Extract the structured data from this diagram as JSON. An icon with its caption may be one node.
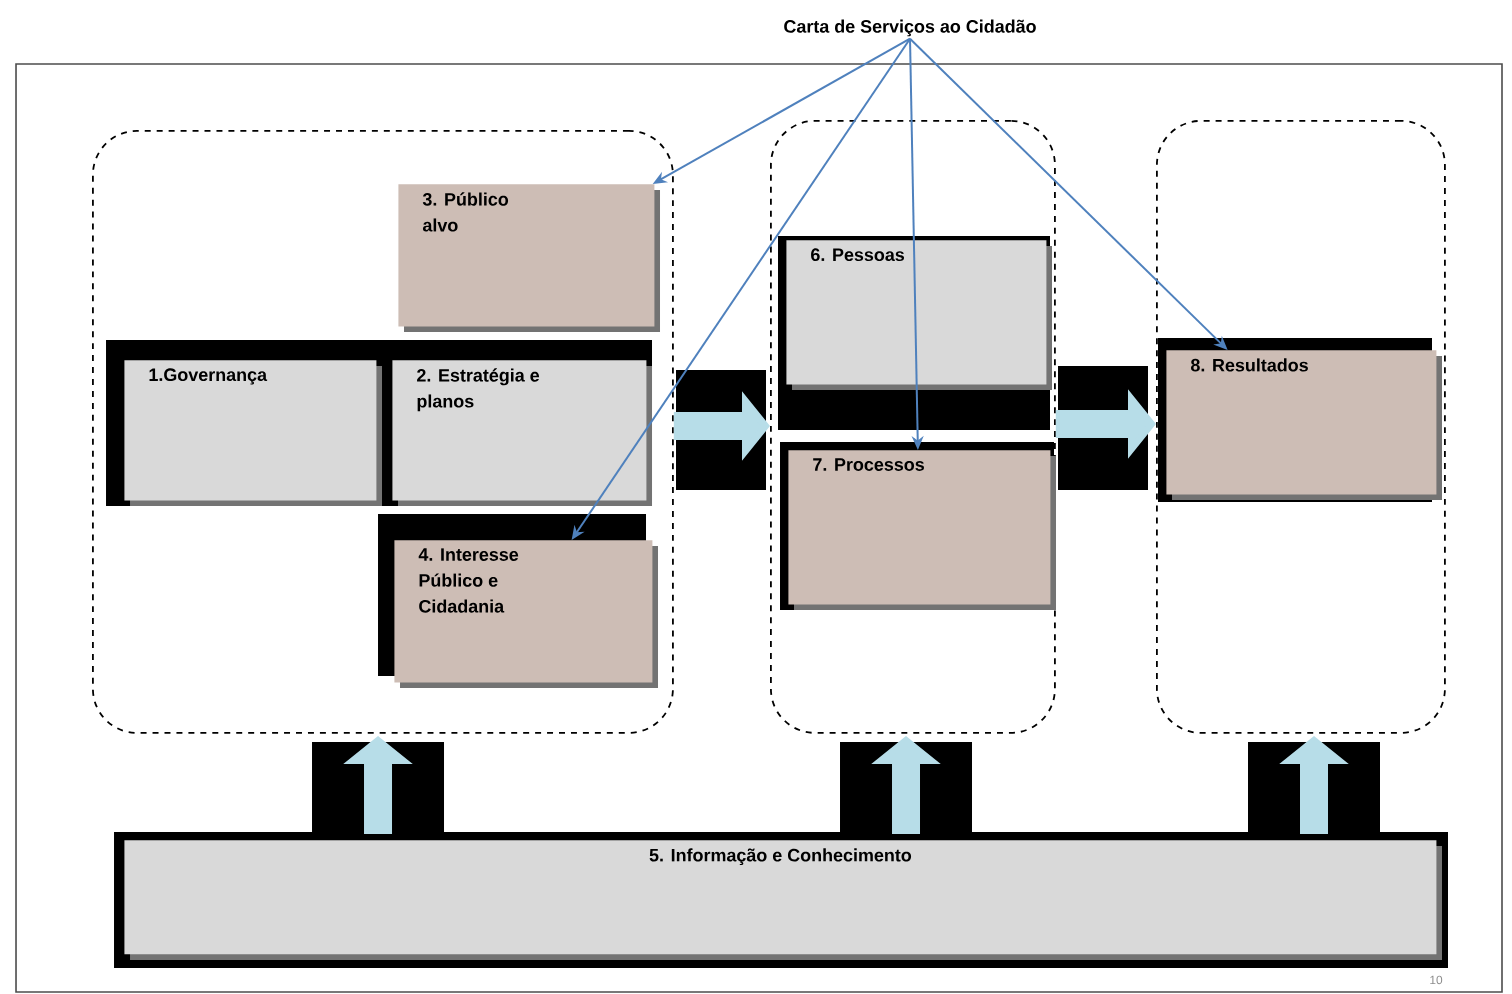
{
  "diagram": {
    "title": "Carta de Serviços ao Cidadão",
    "nodes": [
      {
        "text": [],
        "shape": "box"
      },
      {
        "text": [
          "3. Público alvo"
        ],
        "in": 0
      },
      {
        "text": [
          "1.Governança"
        ],
        "in": 0
      },
      {
        "text": [
          "2. Estratégia e planos"
        ],
        "in": 0
      },
      {
        "text": [
          "4. Interesse Público e Cidadania"
        ],
        "in": 0
      },
      {
        "text": [],
        "shape": "box"
      },
      {
        "text": [
          "6. Pessoas"
        ],
        "in": 5
      },
      {
        "text": [
          "7. Processos"
        ],
        "in": 5
      },
      {
        "text": [],
        "shape": "box"
      },
      {
        "text": [
          "8. Resultados"
        ],
        "in": 8
      },
      {
        "text": [
          "5. Informação e Conhecimento"
        ]
      }
    ],
    "edges": [
      {
        "from": null,
        "to": 1,
        "arrow": "to",
        "color": "#4f81bd"
      },
      {
        "from": null,
        "to": 4,
        "arrow": "to",
        "color": "#4f81bd"
      },
      {
        "from": null,
        "to": 7,
        "arrow": "to",
        "color": "#4f81bd"
      },
      {
        "from": null,
        "to": 9,
        "arrow": "to",
        "color": "#4f81bd"
      },
      {
        "from": 0,
        "to": 5,
        "arrow": "to"
      },
      {
        "from": 5,
        "to": 8,
        "arrow": "to"
      },
      {
        "from": 10,
        "to": 0,
        "arrow": "to"
      },
      {
        "from": 10,
        "to": 5,
        "arrow": "to"
      },
      {
        "from": 10,
        "to": 8,
        "arrow": "to"
      }
    ],
    "labels": [
      "10"
    ]
  }
}
